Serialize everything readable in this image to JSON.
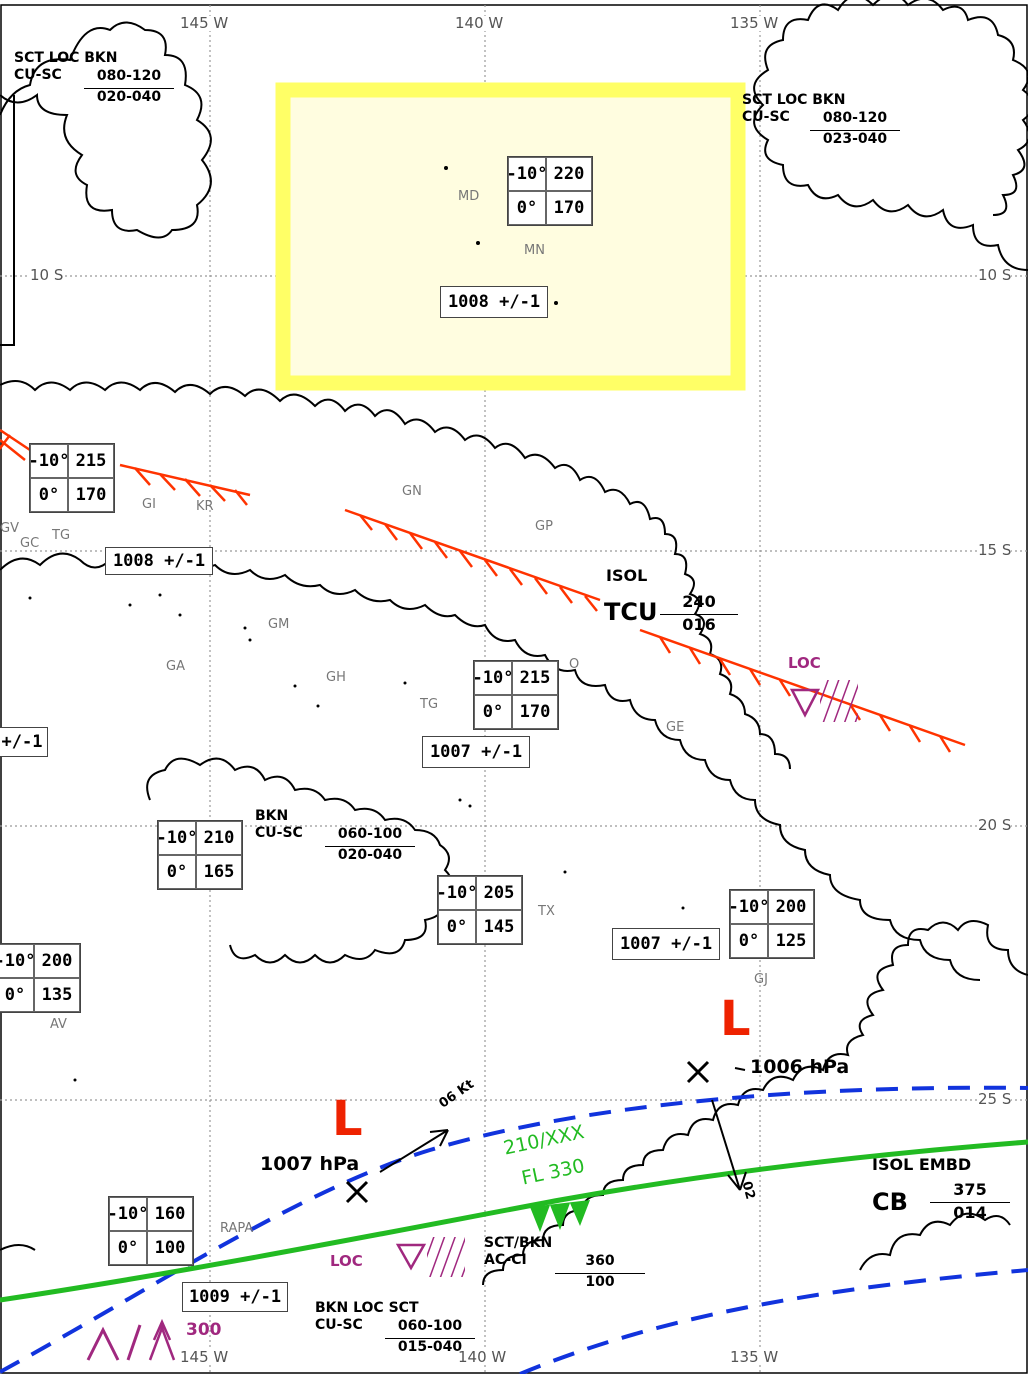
{
  "grid": {
    "longitudes": [
      "145 W",
      "140 W",
      "135 W"
    ],
    "latitudes": [
      "10 S",
      "15 S",
      "20 S",
      "25 S"
    ]
  },
  "highlight": {
    "color": "#ffff66",
    "fill": "#fffde0"
  },
  "cloud_areas": [
    {
      "id": "nw",
      "line1": "SCT LOC BKN",
      "type": "CU-SC",
      "top": "080-120",
      "bottom": "020-040"
    },
    {
      "id": "ne",
      "line1": "SCT LOC BKN",
      "type": "CU-SC",
      "top": "080-120",
      "bottom": "023-040"
    },
    {
      "id": "mid",
      "line1": "BKN",
      "type": "CU-SC",
      "top": "060-100",
      "bottom": "020-040"
    },
    {
      "id": "s",
      "line1": "BKN LOC SCT",
      "type": "CU-SC",
      "top": "060-100",
      "bottom": "015-040"
    },
    {
      "id": "sc",
      "line1": "SCT/BKN",
      "type": "AC-CI",
      "top": "360",
      "bottom": "100"
    }
  ],
  "tcu": {
    "isol": "ISOL",
    "label": "TCU",
    "top": "240",
    "bottom": "016"
  },
  "cb": {
    "isol": "ISOL EMBD",
    "label": "CB",
    "top": "375",
    "bottom": "014"
  },
  "freezing_boxes": [
    {
      "a": "-10°",
      "b": "220",
      "c": "0°",
      "d": "170"
    },
    {
      "a": "-10°",
      "b": "215",
      "c": "0°",
      "d": "170"
    },
    {
      "a": "-10°",
      "b": "215",
      "c": "0°",
      "d": "170"
    },
    {
      "a": "-10°",
      "b": "210",
      "c": "0°",
      "d": "165"
    },
    {
      "a": "-10°",
      "b": "205",
      "c": "0°",
      "d": "145"
    },
    {
      "a": "-10°",
      "b": "200",
      "c": "0°",
      "d": "125"
    },
    {
      "a": "-10°",
      "b": "200",
      "c": "0°",
      "d": "135"
    },
    {
      "a": "-10°",
      "b": "160",
      "c": "0°",
      "d": "100"
    }
  ],
  "pressure_boxes": [
    "1008 +/-1",
    "1008 +/-1",
    "1007 +/-1",
    "1007 +/-1",
    "1009 +/-1",
    "+/-1"
  ],
  "stations": [
    "MD",
    "MN",
    "GN",
    "GP",
    "GI",
    "KR",
    "GV",
    "GC",
    "TG",
    "GM",
    "GA",
    "GH",
    "TG",
    "GE",
    "TX",
    "GJ",
    "AV",
    "RAPA",
    "O"
  ],
  "lows": [
    {
      "symbol": "L",
      "label": "1006 hPa"
    },
    {
      "symbol": "L",
      "label": "1007 hPa"
    }
  ],
  "motion": {
    "speed": "06 Kt",
    "other": "02"
  },
  "jet": {
    "label1": "210/XXX",
    "label2": "FL 330"
  },
  "loc_labels": [
    "LOC",
    "LOC"
  ],
  "mountain_wave": {
    "value": "300"
  },
  "colors": {
    "front": "#ff3300",
    "jet": "#22bb22",
    "trop": "#1133dd",
    "loc": "#a0287f",
    "low": "#ee2200"
  }
}
